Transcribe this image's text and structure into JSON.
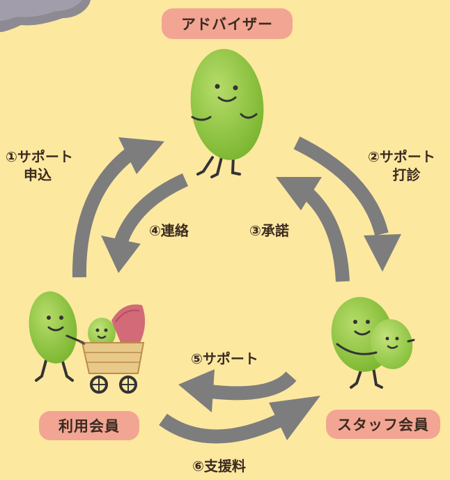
{
  "nodes": {
    "advisor": "アドバイザー",
    "user": "利用会員",
    "staff": "スタッフ会員"
  },
  "steps": {
    "s1_line1": "①サポート",
    "s1_line2": "申込",
    "s2_line1": "②サポート",
    "s2_line2": "打診",
    "s3": "③承諾",
    "s4": "④連絡",
    "s5": "⑤サポート",
    "s6": "⑥支援料"
  },
  "colors": {
    "background": "#fde8a0",
    "badge": "#f2a593",
    "arrow": "#7d7d7d",
    "bean": "#8cc63f"
  }
}
